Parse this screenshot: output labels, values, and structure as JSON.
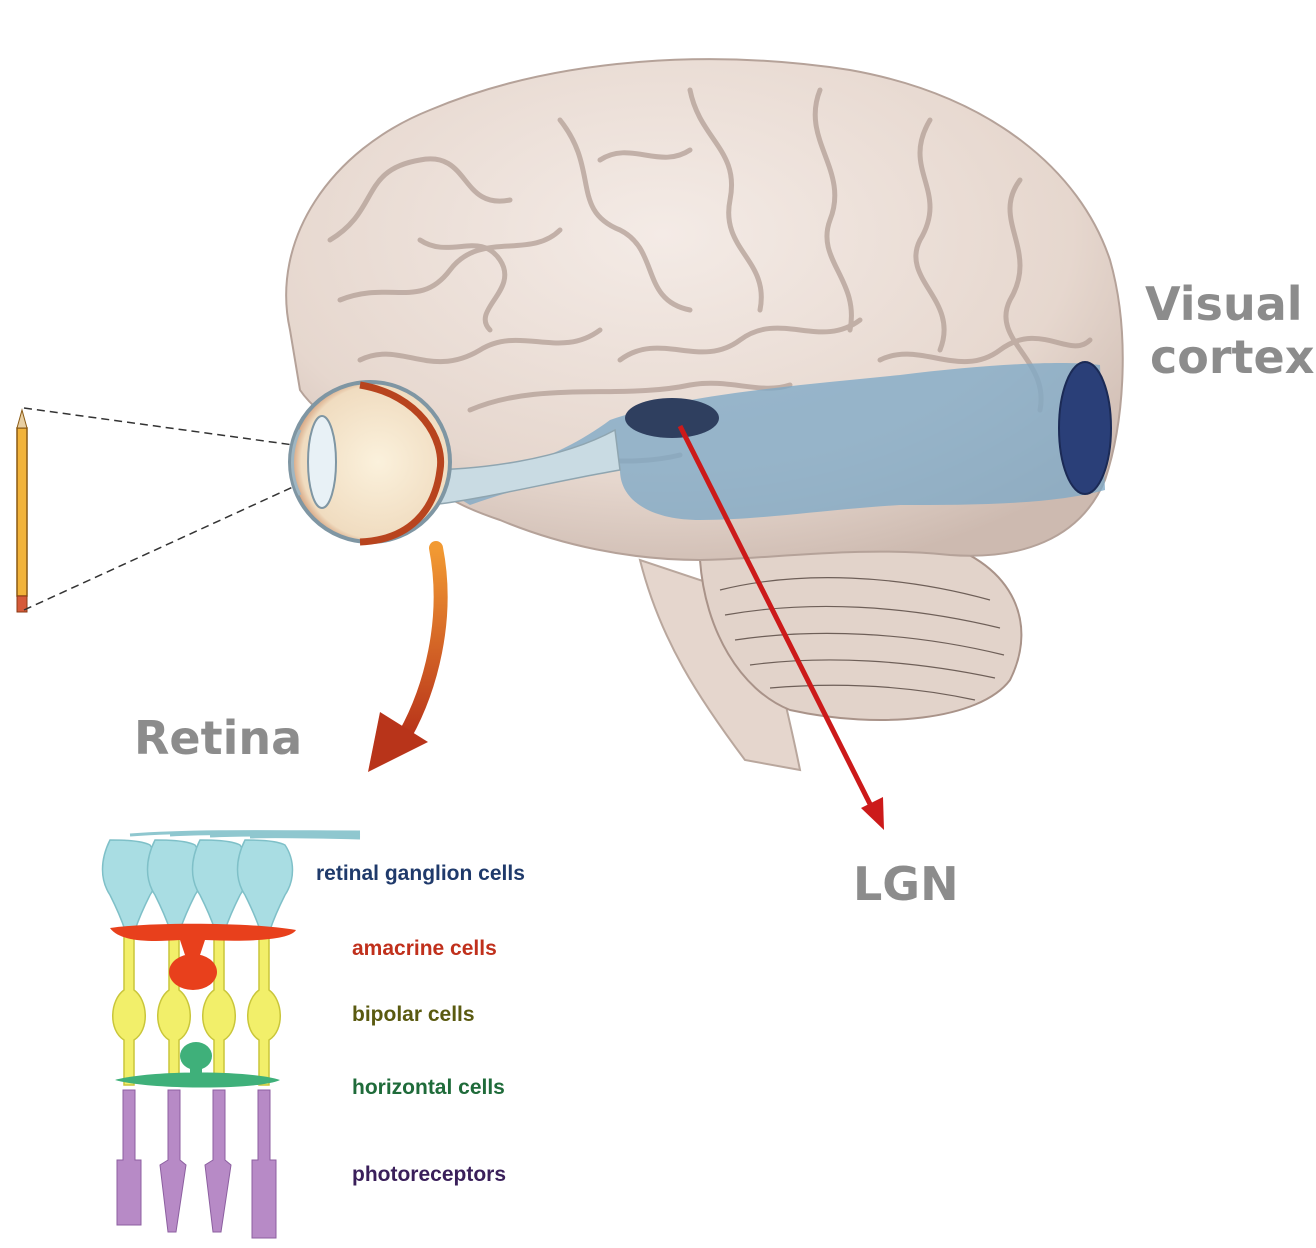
{
  "labels": {
    "visual_cortex": [
      "Visual",
      "cortex"
    ],
    "lgn": "LGN",
    "retina": "Retina"
  },
  "retina_layers": [
    {
      "label": "retinal ganglion cells",
      "color": "#1f3a6b"
    },
    {
      "label": "amacrine cells",
      "color": "#c0301c"
    },
    {
      "label": "bipolar cells",
      "color": "#5a5a10"
    },
    {
      "label": "horizontal cells",
      "color": "#1f6b3a"
    },
    {
      "label": "photoreceptors",
      "color": "#3a1f5a"
    }
  ],
  "colors": {
    "label_gray": "#8c8c8c",
    "brain": "#e9dcd4",
    "visual_pathway": "#7fa9c6",
    "lgn_nucleus": "#2f3f5f",
    "pointer_arrow": "#cc1a1a",
    "retina_arrow": "#d8591a",
    "ganglion": "#a9dde3",
    "amacrine": "#e8401c",
    "bipolar": "#f2ef6a",
    "horizontal": "#3fb07a",
    "photoreceptor": "#b78ac6"
  },
  "icons": [
    "eye-icon",
    "pencil-icon",
    "brain-icon"
  ]
}
